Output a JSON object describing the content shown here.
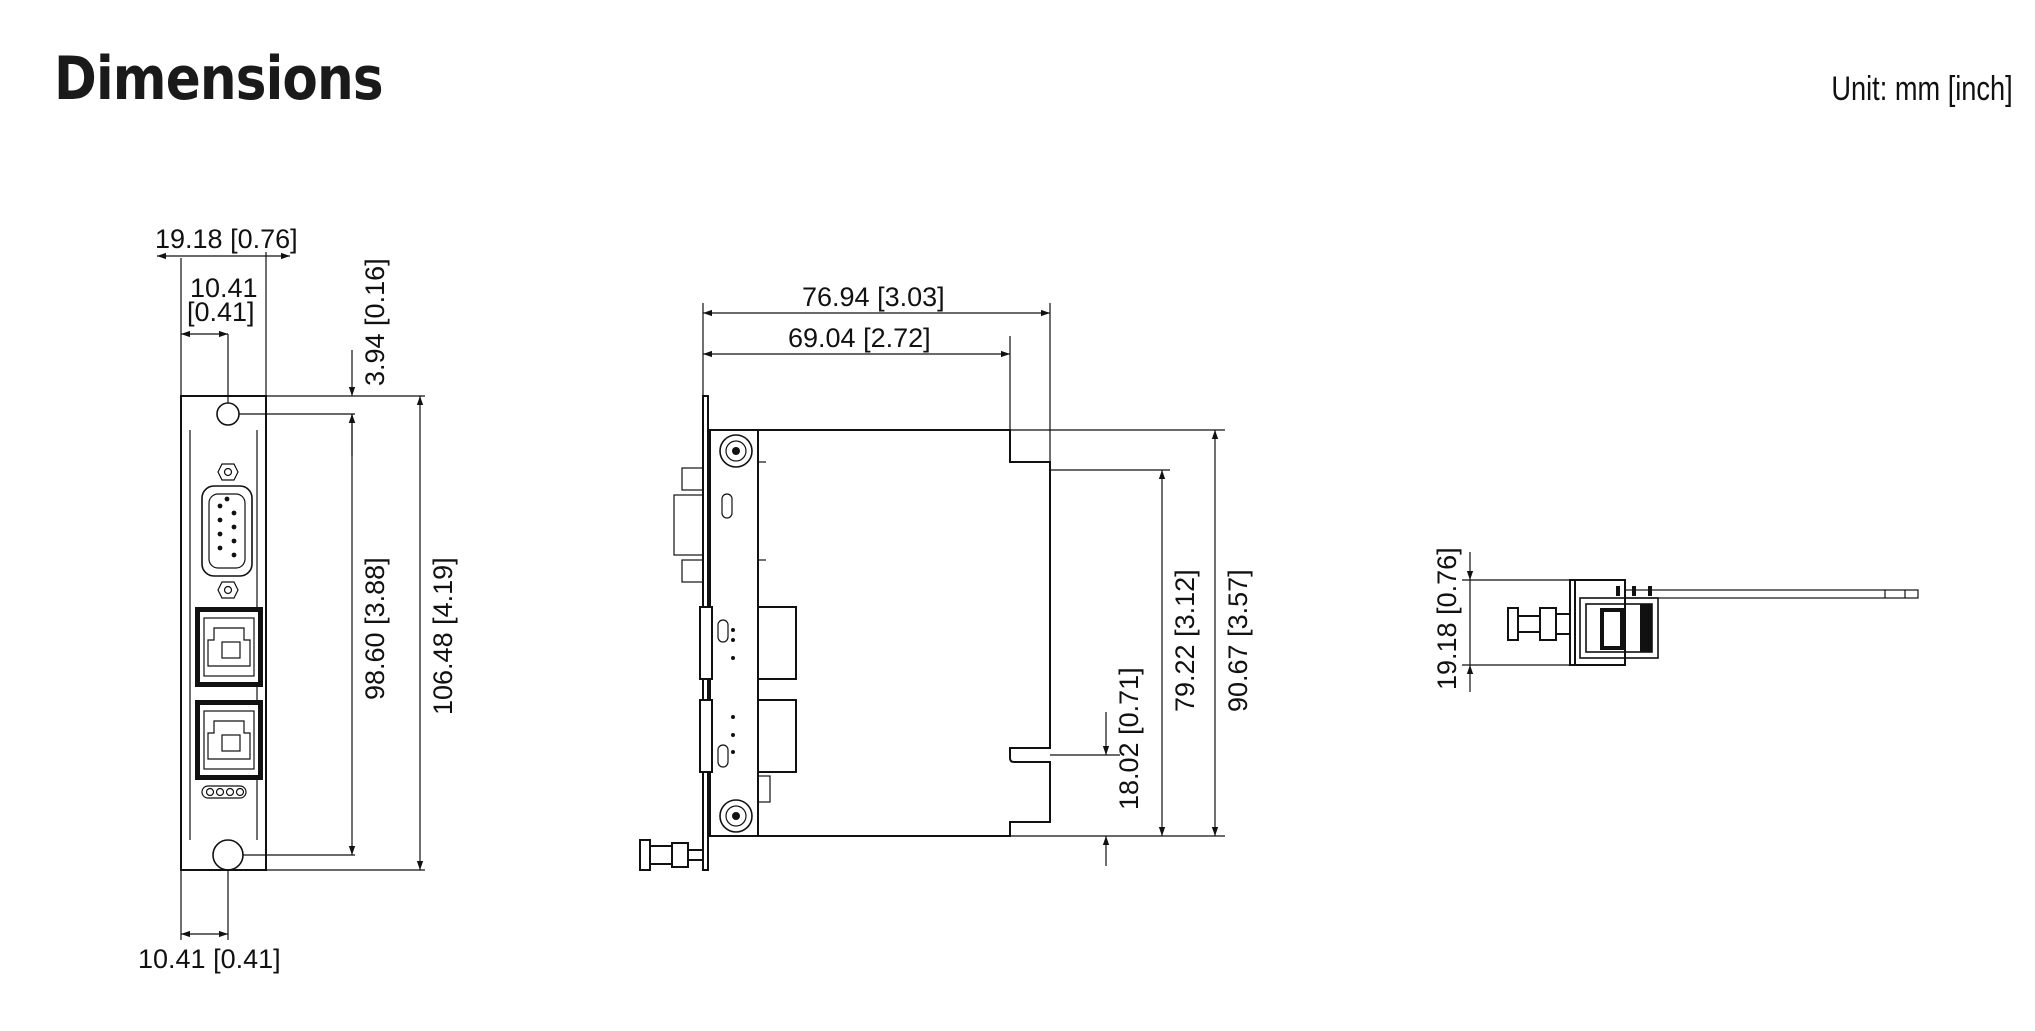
{
  "header": {
    "title": "Dimensions",
    "unit": "Unit: mm [inch]"
  },
  "front_view": {
    "width_overall": "19.18 [0.76]",
    "hole_offset_top_mm": "10.41",
    "hole_offset_top_in": "[0.41]",
    "hole_offset_bottom": "10.41 [0.41]",
    "top_hole_offset": "3.94 [0.16]",
    "hole_spacing": "98.60 [3.88]",
    "height_overall": "106.48 [4.19]"
  },
  "side_view": {
    "depth_overall": "76.94 [3.03]",
    "depth_inner": "69.04 [2.72]",
    "slot_height": "18.02 [0.71]",
    "board_height": "79.22 [3.12]",
    "height_overall": "90.67 [3.57]"
  },
  "top_view": {
    "thickness": "19.18 [0.76]"
  }
}
